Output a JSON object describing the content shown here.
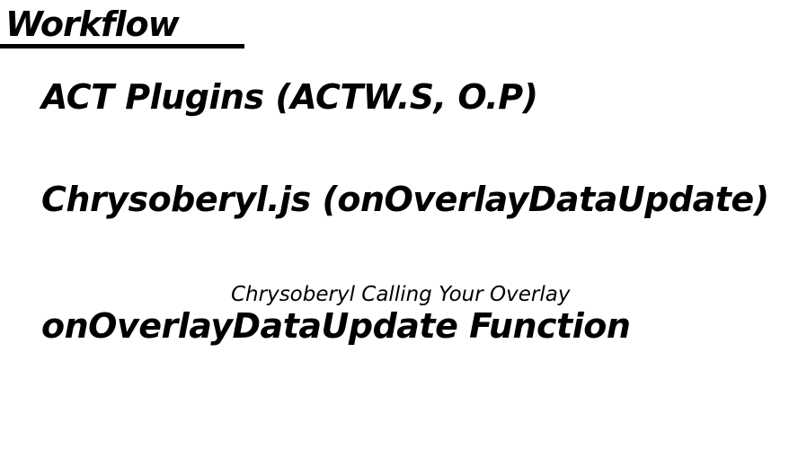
{
  "title": "Workflow",
  "steps": [
    {
      "label": "ACT Plugins (ACTW.S, O.P)"
    },
    {
      "label": "Chrysoberyl.js (onOverlayDataUpdate)"
    },
    {
      "label": "onOverlayDataUpdate Function"
    }
  ],
  "annotation": "Chrysoberyl Calling Your Overlay"
}
